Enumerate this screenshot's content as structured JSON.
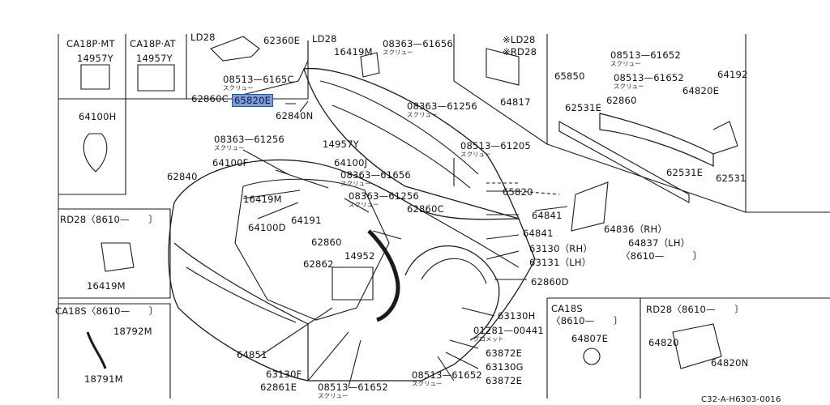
{
  "diagram_code": "C32-A-H6303-0016",
  "variants": {
    "ca18p_mt": "CA18P·MT",
    "ca18p_at": "CA18P·AT",
    "ld28_top": "LD28",
    "ld28_mid": "LD28",
    "ld28_rd28": "※LD28\n※RD28",
    "rd28_8610_a": "RD28〈8610—　　〕",
    "ca18s_8610_a": "CA18S〈8610—　　〕",
    "ca18s_8610_b": "CA18S",
    "ca18s_8610_b2": "〈8610—　　〕",
    "rd28_8610_b": "RD28〈8610—　　〕",
    "rh_8610": "〈8610—　　　〕"
  },
  "screw_jp": "スクリュー",
  "grommet_jp": "グロメット",
  "parts": {
    "p14957y_mt": "14957Y",
    "p14957y_at": "14957Y",
    "p64100h": "64100H",
    "p62360e": "62360E",
    "p06513_6165c": "08513—6165C",
    "p62860c_top": "62860C",
    "p65820e": "65820E",
    "p62840n": "62840N",
    "p16419m_top": "16419M",
    "p08363_61656_top": "08363—61656",
    "p64817": "64817",
    "p08513_61652_a": "08513—61652",
    "p08513_61652_b": "08513—61652",
    "p64192": "64192",
    "p65850": "65850",
    "p62531e_top": "62531E",
    "p62860": "62860",
    "p64820e": "64820E",
    "p08363_61256_top": "08363—61256",
    "p08363_61256_left": "08363—61256",
    "p14957y_mid": "14957Y",
    "p64100j": "64100J",
    "p08513_61205": "08513—61205",
    "p64100f": "64100F",
    "p08363_61656_mid": "08363—61656",
    "p62840": "62840",
    "p62531e_b": "62531E",
    "p62531": "62531",
    "p16419m_mid": "16419M",
    "p08363_61256_mid": "08363—61256",
    "p65820": "65820",
    "p62860c_mid": "62860C",
    "p64100d": "64100D",
    "p64191": "64191",
    "p64841_a": "64841",
    "p64841_b": "64841",
    "p64836": "64836（RH）",
    "p64837": "64837（LH）",
    "p62860_mid": "62860",
    "p63130_rh": "63130（RH）",
    "p63131_lh": "63131（LH）",
    "p16419m_rd": "16419M",
    "p14952": "14952",
    "p62862": "62862",
    "p62860d": "62860D",
    "p63130h": "63130H",
    "p01281_00441": "01281—00441",
    "p18792m": "18792M",
    "p18791m": "18791M",
    "p64807e": "64807E",
    "p64820": "64820",
    "p64820n": "64820N",
    "p64851": "64851",
    "p63872e_a": "63872E",
    "p63130g": "63130G",
    "p63130f": "63130F",
    "p08513_61652_c": "08513—61652",
    "p08513_61652_d": "08513—61652",
    "p63872e_b": "63872E",
    "p62861e": "62861E"
  }
}
